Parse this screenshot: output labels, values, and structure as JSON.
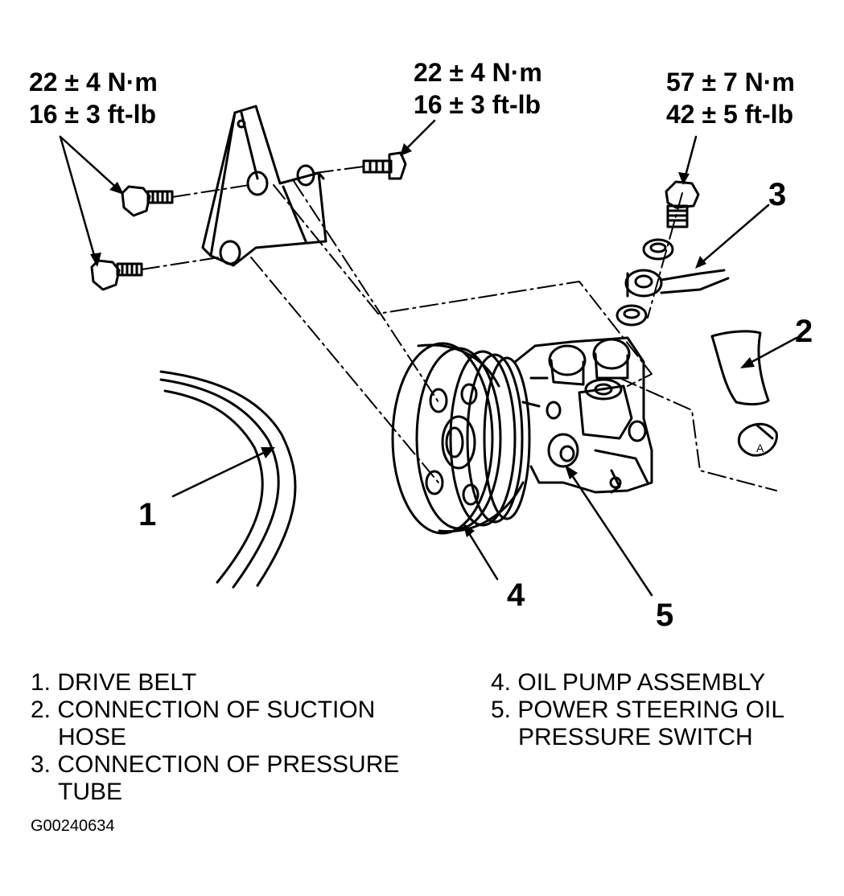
{
  "torque_specs": [
    {
      "metric": "22 ± 4 N·m",
      "imperial": "16 ± 3 ft-lb"
    },
    {
      "metric": "22 ± 4 N·m",
      "imperial": "16 ± 3 ft-lb"
    },
    {
      "metric": "57 ± 7 N·m",
      "imperial": "42 ± 5 ft-lb"
    }
  ],
  "callouts": [
    "1",
    "2",
    "3",
    "4",
    "5"
  ],
  "legend": {
    "left": [
      {
        "line": "1. DRIVE BELT"
      },
      {
        "line": "2. CONNECTION OF SUCTION",
        "cont": "HOSE"
      },
      {
        "line": "3. CONNECTION OF PRESSURE",
        "cont": "TUBE"
      }
    ],
    "right": [
      {
        "line": "4. OIL PUMP ASSEMBLY"
      },
      {
        "line": "5. POWER STEERING OIL",
        "cont": "PRESSURE SWITCH"
      }
    ]
  },
  "figure_id": "G00240634",
  "clamp_letter": "A"
}
